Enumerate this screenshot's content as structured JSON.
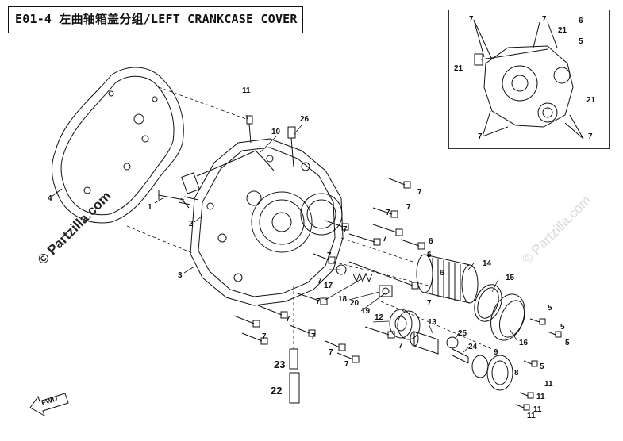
{
  "header": {
    "title": "E01-4 左曲轴箱盖分组/LEFT CRANKCASE COVER  ASSY"
  },
  "watermarks": {
    "main": "© Partzilla.com",
    "faint": "© Partzilla.com"
  },
  "fwd_label": "FWD",
  "callouts": {
    "c1": "1",
    "c2": "2",
    "c3": "3",
    "c4": "4",
    "c5a": "5",
    "c5b": "5",
    "c5c": "5",
    "c5d": "5",
    "c6a": "6",
    "c6b": "6",
    "c6c": "6",
    "c7a": "7",
    "c7b": "7",
    "c7c": "7",
    "c7d": "7",
    "c7e": "7",
    "c7f": "7",
    "c7g": "7",
    "c7h": "7",
    "c7i": "7",
    "c7j": "7",
    "c7k": "7",
    "c7l": "7",
    "c7m": "7",
    "c7n": "7",
    "c7o": "7",
    "c8": "8",
    "c9": "9",
    "c10": "10",
    "c11a": "11",
    "c11b": "11",
    "c11c": "11",
    "c11d": "11",
    "c11e": "11",
    "c12": "12",
    "c13": "13",
    "c14": "14",
    "c15": "15",
    "c16": "16",
    "c17": "17",
    "c18": "18",
    "c19": "19",
    "c20": "20",
    "c22": "22",
    "c23": "23",
    "c24": "24",
    "c25": "25",
    "c26": "26"
  },
  "inset_callouts": {
    "i7a": "7",
    "i7b": "7",
    "i6": "6",
    "i21a": "21",
    "i5": "5",
    "i21b": "21",
    "i21c": "21",
    "i7c": "7",
    "i7d": "7"
  }
}
